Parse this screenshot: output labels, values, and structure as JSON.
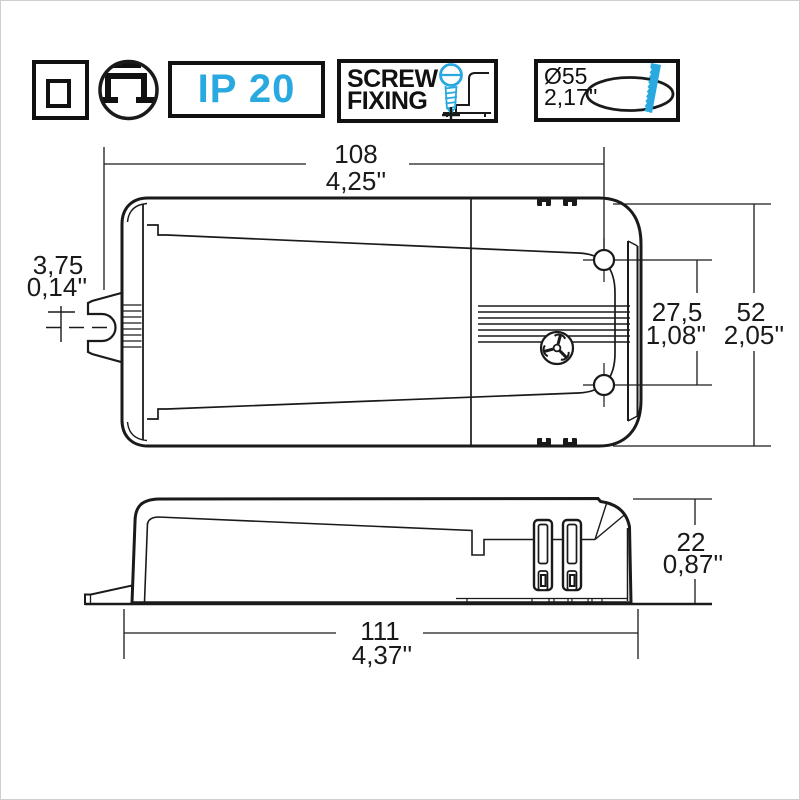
{
  "symbols": {
    "ip_rating": "IP 20",
    "screw_fixing_line1": "SCREW",
    "screw_fixing_line2": "FIXING",
    "cutout_diameter_mm": "Ø55",
    "cutout_diameter_in": "2,17''"
  },
  "top_view": {
    "length_mm": "108",
    "length_in": "4,25''",
    "width_mm": "52",
    "width_in": "2,05''",
    "hole_spacing_mm": "27,5",
    "hole_spacing_in": "1,08''",
    "slot_offset_mm": "3,75",
    "slot_offset_in": "0,14''"
  },
  "side_view": {
    "length_mm": "111",
    "length_in": "4,37''",
    "height_mm": "22",
    "height_in": "0,87''"
  },
  "colors": {
    "accent": "#29a9df",
    "line": "#1a1a1a",
    "background": "#ffffff"
  }
}
